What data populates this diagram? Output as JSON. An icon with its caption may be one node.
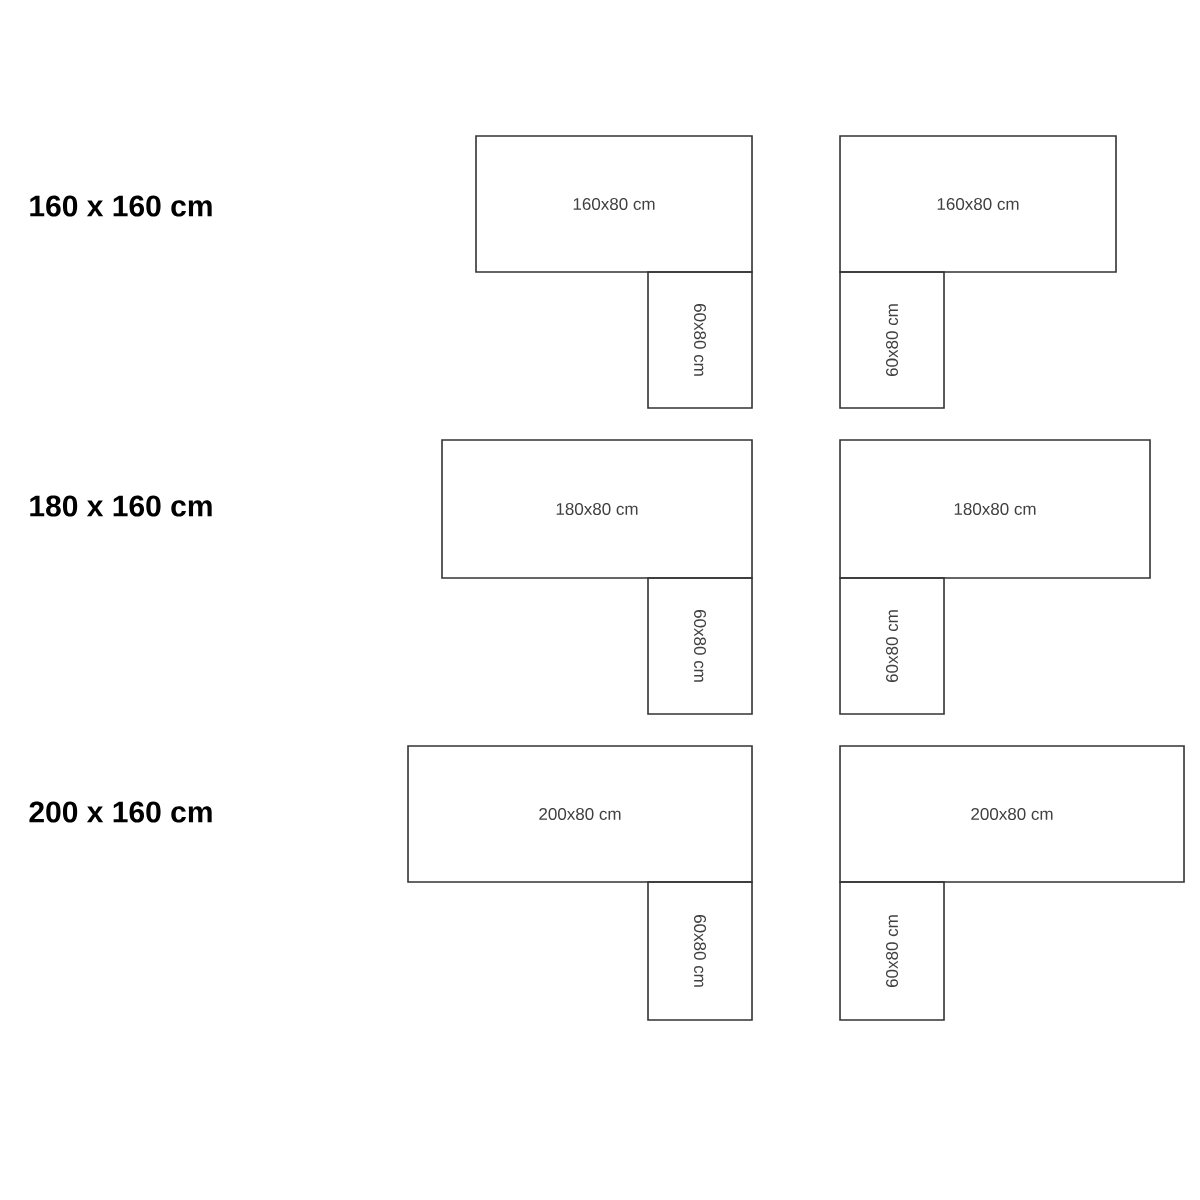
{
  "diagram": {
    "nodes": [
      {
        "text": [
          "160x80 cm"
        ]
      },
      {
        "text": [
          "60x80 cm"
        ]
      },
      {
        "text": [
          "160x80 cm"
        ]
      },
      {
        "text": [
          "60x80 cm"
        ]
      },
      {
        "text": [
          "180x80 cm"
        ]
      },
      {
        "text": [
          "60x80 cm"
        ]
      },
      {
        "text": [
          "180x80 cm"
        ]
      },
      {
        "text": [
          "60x80 cm"
        ]
      },
      {
        "text": [
          "200x80 cm"
        ]
      },
      {
        "text": [
          "60x80 cm"
        ]
      },
      {
        "text": [
          "200x80 cm"
        ]
      },
      {
        "text": [
          "60x80 cm"
        ]
      }
    ],
    "labels": [
      "160 x 160 cm",
      "180 x 160 cm",
      "200 x 160 cm"
    ]
  }
}
